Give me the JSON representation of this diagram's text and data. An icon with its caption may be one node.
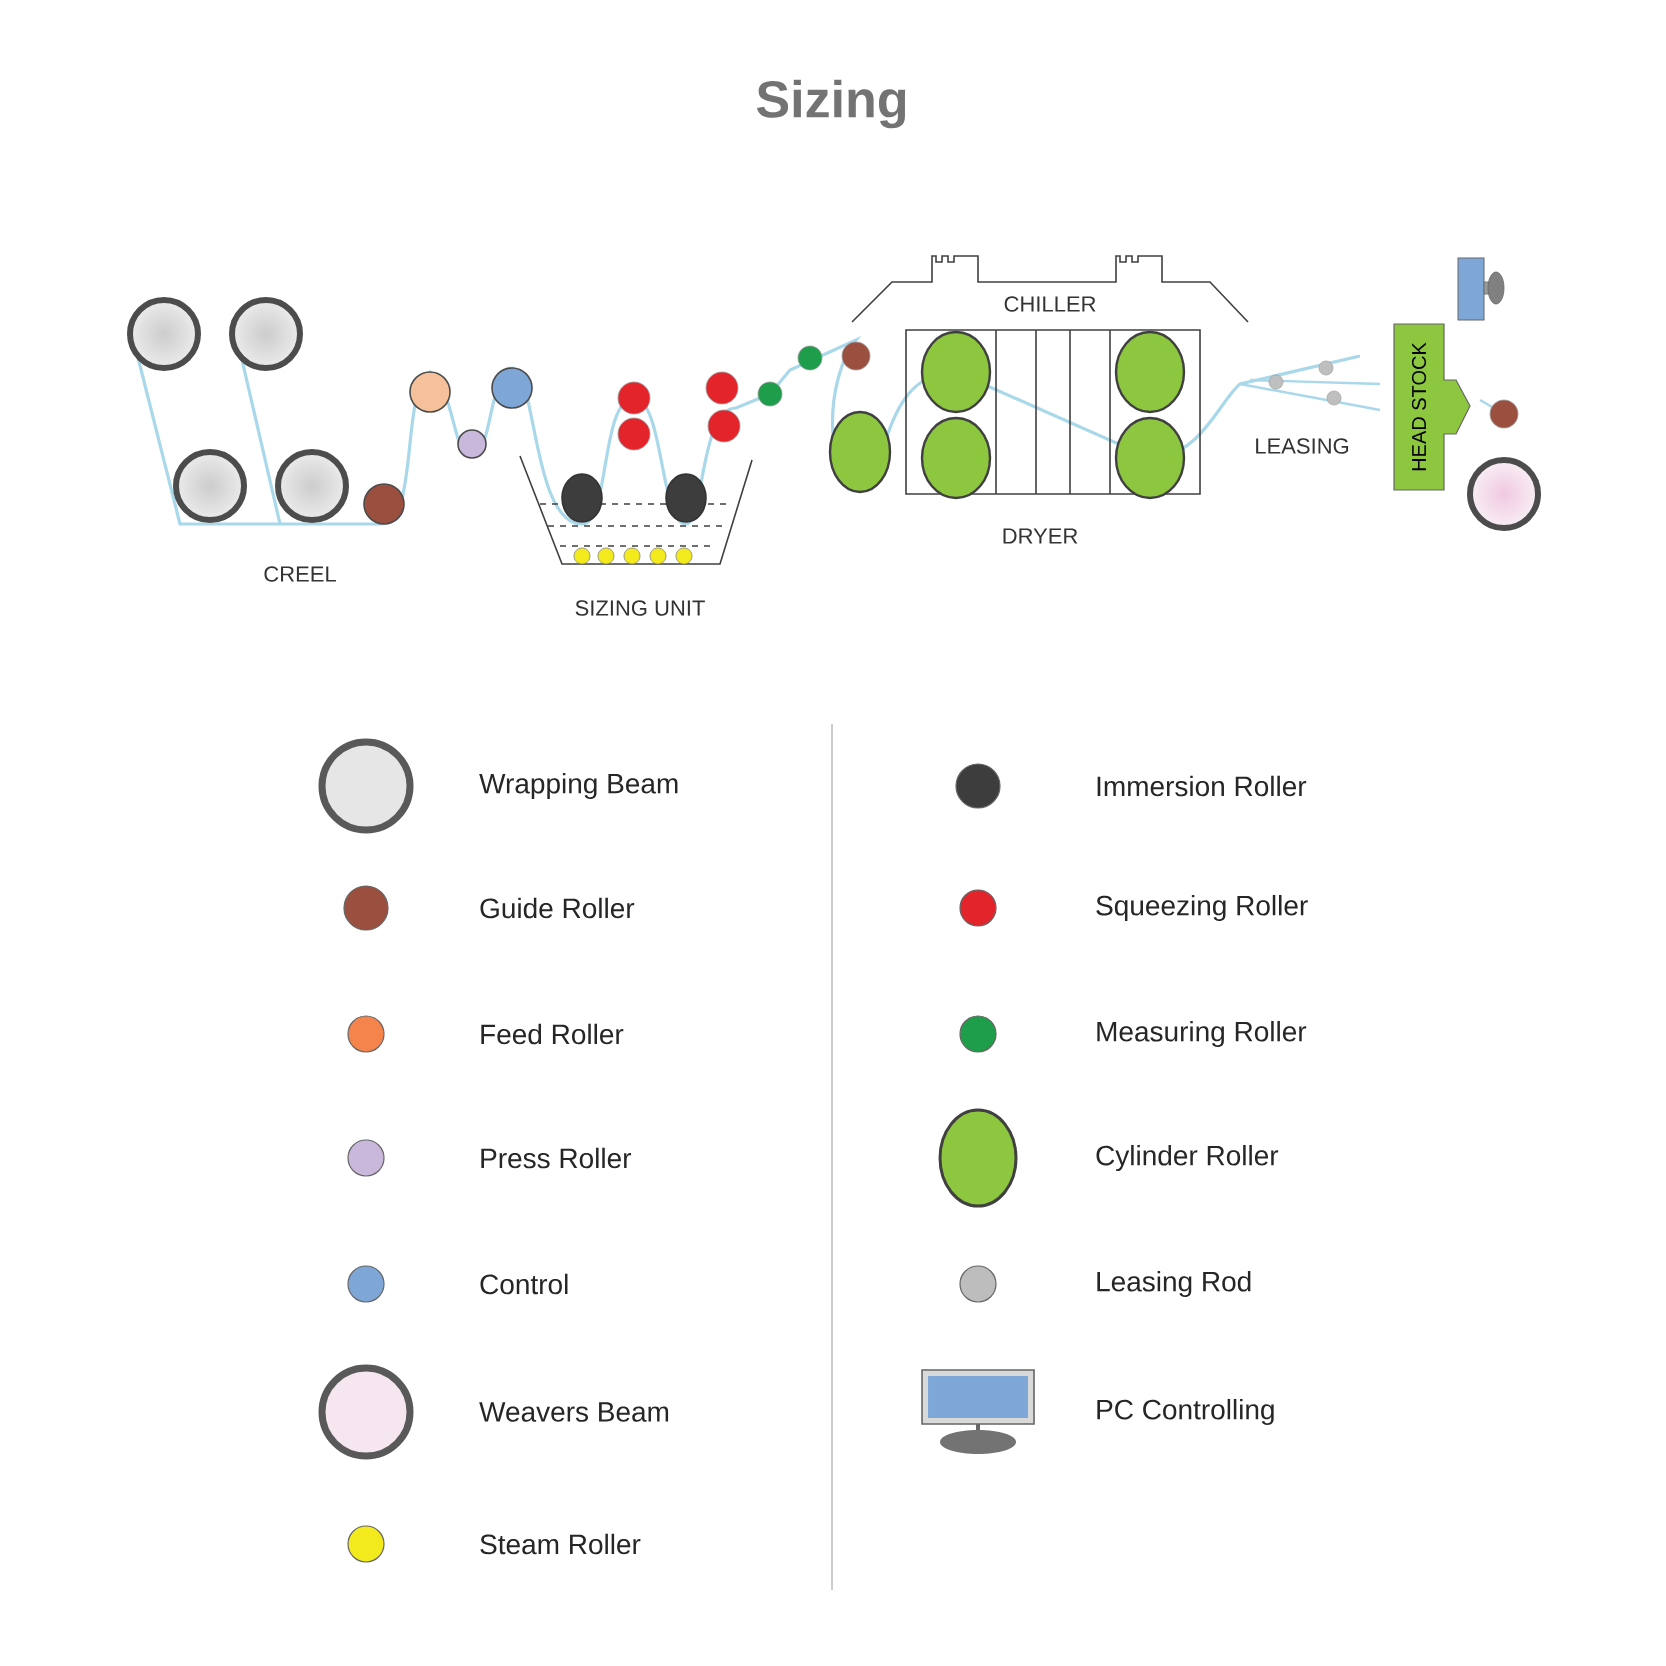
{
  "diagram": {
    "title": "Sizing",
    "nodes": [
      {
        "text": [
          "HEAD STOCK"
        ]
      }
    ],
    "labels": [
      "CREEL",
      "SIZING UNIT",
      "CHILLER",
      "DRYER",
      "LEASING"
    ],
    "legend": [
      {
        "text": "Wrapping Beam",
        "color": "#e6e6e6"
      },
      {
        "text": "Guide Roller",
        "color": "#9b4f3f"
      },
      {
        "text": "Feed Roller",
        "color": "#f4844c"
      },
      {
        "text": "Press Roller",
        "color": "#c9b8dc"
      },
      {
        "text": "Control",
        "color": "#7ea7d8"
      },
      {
        "text": "Weavers Beam",
        "color": "#f6e6f0"
      },
      {
        "text": "Steam Roller",
        "color": "#f2ea1c"
      },
      {
        "text": "Immersion Roller",
        "color": "#3d3d3d"
      },
      {
        "text": "Squeezing Roller",
        "color": "#e3242b"
      },
      {
        "text": "Measuring Roller",
        "color": "#1e9e4a"
      },
      {
        "text": "Cylinder Roller",
        "color": "#8dc63f"
      },
      {
        "text": "Leasing Rod",
        "color": "#bdbdbd"
      },
      {
        "text": "PC Controlling"
      }
    ]
  }
}
